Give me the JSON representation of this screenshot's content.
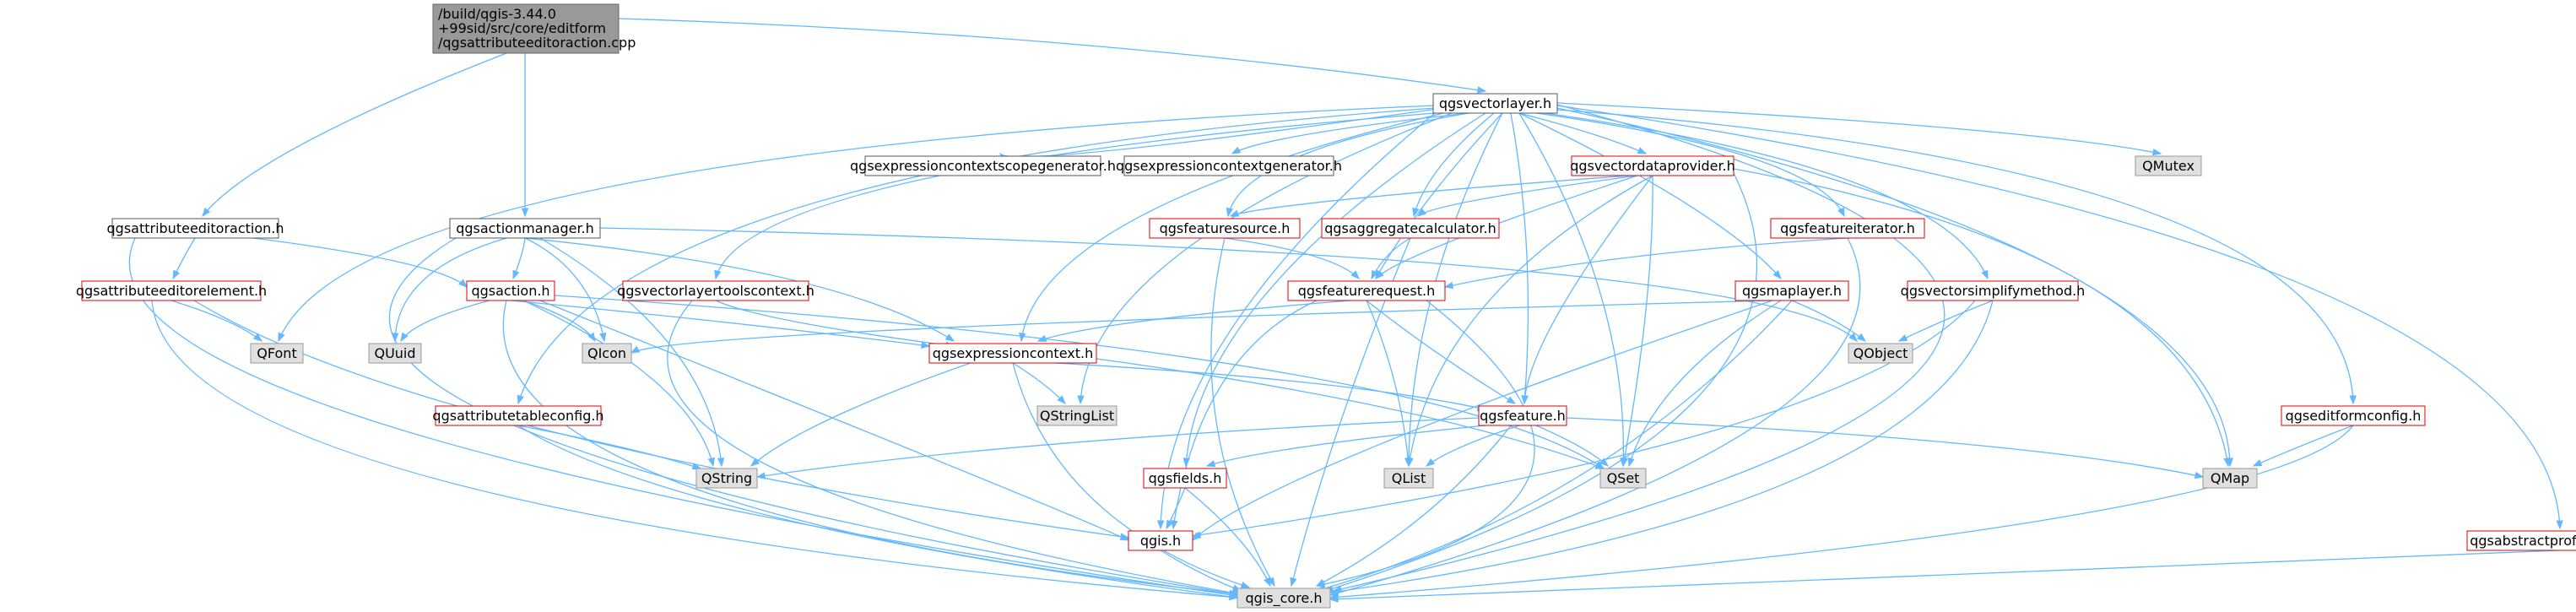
{
  "root": {
    "lines": [
      "/build/qgis-3.44.0",
      "+99sid/src/core/editform",
      "/qgsattributeeditoraction.cpp"
    ]
  },
  "nodes": {
    "qgsvectorlayer": "qgsvectorlayer.h",
    "qgsattributeeditoraction": "qgsattributeeditoraction.h",
    "qgsactionmanager": "qgsactionmanager.h",
    "qgsexpressioncontextscopegenerator": "qgsexpressioncontextscopegenerator.h",
    "qgsexpressioncontextgenerator": "qgsexpressioncontextgenerator.h",
    "qgsvectordataprovider": "qgsvectordataprovider.h",
    "QMutex": "QMutex",
    "qgsattributeeditorelement": "qgsattributeeditorelement.h",
    "qgsaction": "qgsaction.h",
    "qgsvectorlayertoolscontext": "qgsvectorlayertoolscontext.h",
    "qgsfeaturesource": "qgsfeaturesource.h",
    "qgsaggregatecalculator": "qgsaggregatecalculator.h",
    "qgsfeatureiterator": "qgsfeatureiterator.h",
    "qgsfeaturerequest": "qgsfeaturerequest.h",
    "qgsmaplayer": "qgsmaplayer.h",
    "qgsvectorsimplifymethod": "qgsvectorsimplifymethod.h",
    "QFont": "QFont",
    "QUuid": "QUuid",
    "QIcon": "QIcon",
    "qgsexpressioncontext": "qgsexpressioncontext.h",
    "QObject": "QObject",
    "QStringList": "QStringList",
    "qgsattributetableconfig": "qgsattributetableconfig.h",
    "qgsfeature": "qgsfeature.h",
    "qgseditformconfig": "qgseditformconfig.h",
    "QString": "QString",
    "qgsfields": "qgsfields.h",
    "QList": "QList",
    "QSet": "QSet",
    "QMap": "QMap",
    "qgis": "qgis.h",
    "qgsabstractprofilesource": "qgsabstractprofilesource.h",
    "qgis_core": "qgis_core.h"
  },
  "colors": {
    "edge": "#63b8ff",
    "root_fill": "#999999",
    "linked_border": "#e00000",
    "header_border": "#555555",
    "system_fill": "#e0e0e0"
  }
}
